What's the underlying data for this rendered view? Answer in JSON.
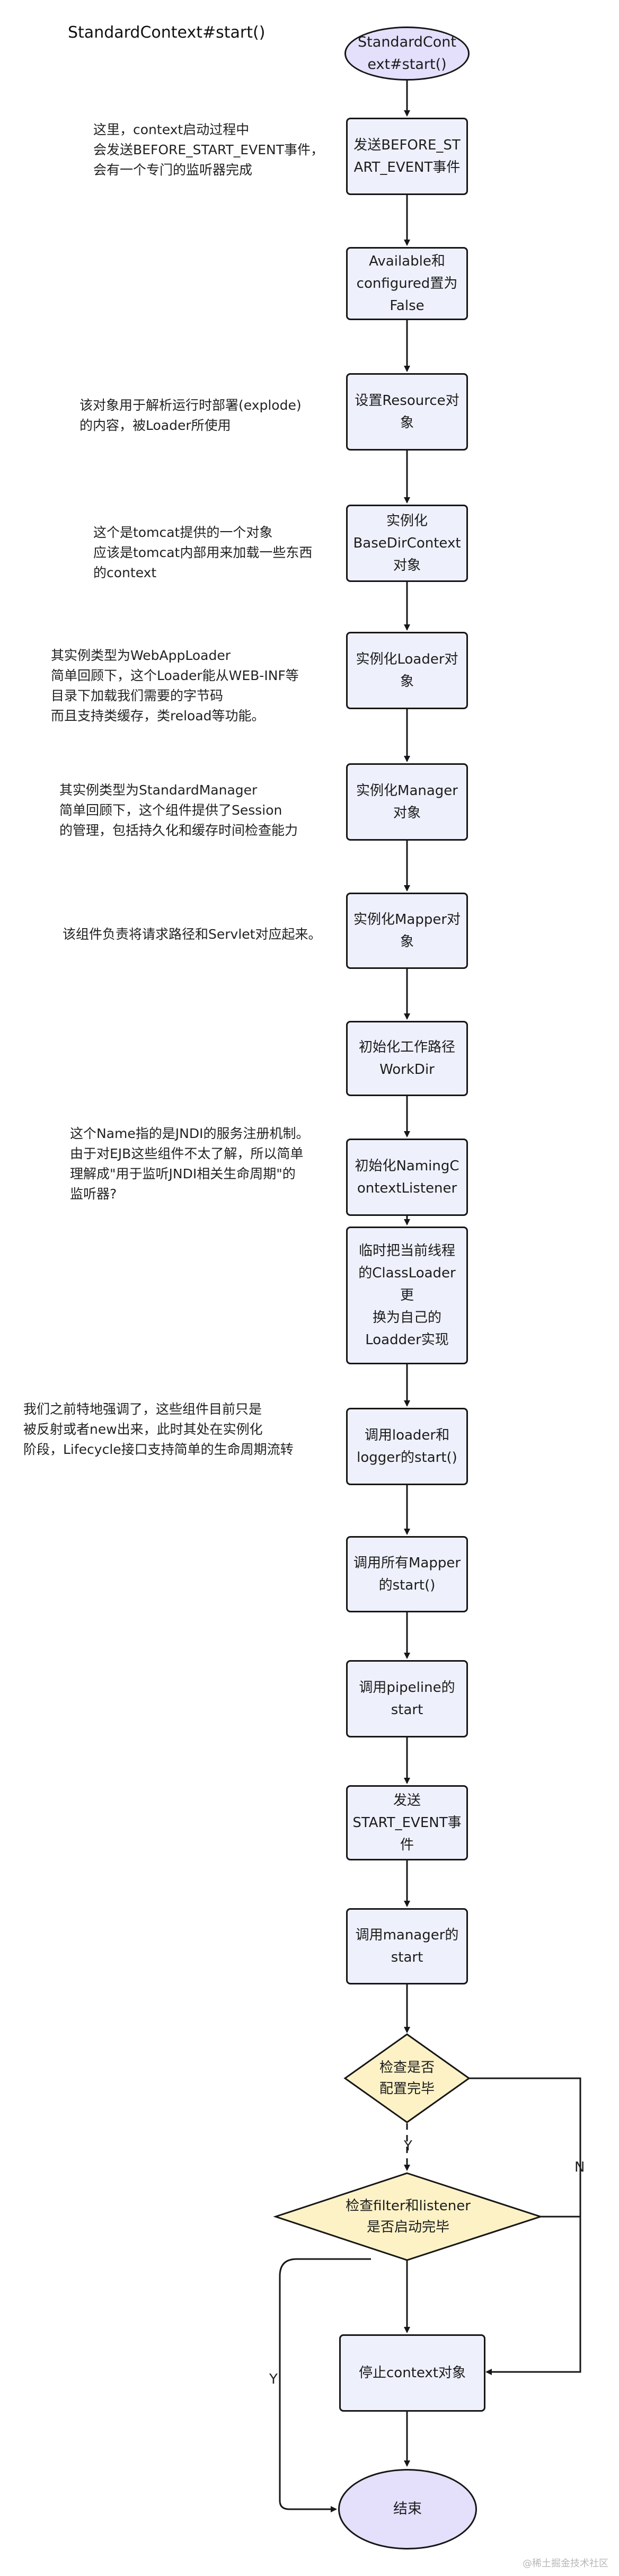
{
  "title": "StandardContext#start()",
  "start_node": "StandardCont\next#start()",
  "end_node": "结束",
  "steps": [
    "发送BEFORE_ST\nART_EVENT事件",
    "Available和\nconfigured置为\nFalse",
    "设置Resource对\n象",
    "实例化\nBaseDirContext\n对象",
    "实例化Loader对\n象",
    "实例化Manager\n对象",
    "实例化Mapper对\n象",
    "初始化工作路径\nWorkDir",
    "初始化NamingC\nontextListener",
    "临时把当前线程\n的ClassLoader更\n换为自己的\nLoadder实现",
    "调用loader和\nlogger的start()",
    "调用所有Mapper\n的start()",
    "调用pipeline的\nstart",
    "发送\nSTART_EVENT事\n件",
    "调用manager的\nstart"
  ],
  "stop_node": "停止context对象",
  "decisions": {
    "config_check": "检查是否\n配置完毕",
    "filter_check": "检查filter和listener\n是否启动完毕"
  },
  "edge_labels": {
    "yes": "Y",
    "no": "N"
  },
  "notes": [
    "这里，context启动过程中\n会发送BEFORE_START_EVENT事件，\n会有一个专门的监听器完成",
    "该对象用于解析运行时部署(explode)\n的内容，被Loader所使用",
    "这个是tomcat提供的一个对象\n应该是tomcat内部用来加载一些东西\n的context",
    "其实例类型为WebAppLoader\n简单回顾下，这个Loader能从WEB-INF等\n目录下加载我们需要的字节码\n而且支持类缓存，类reload等功能。",
    "其实例类型为StandardManager\n简单回顾下，这个组件提供了Session\n的管理，包括持久化和缓存时间检查能力",
    "该组件负责将请求路径和Servlet对应起来。",
    "这个Name指的是JNDI的服务注册机制。\n由于对EJB这些组件不太了解，所以简单\n理解成\"用于监听JNDI相关生命周期\"的\n监听器?",
    "我们之前特地强调了，这些组件目前只是\n被反射或者new出来，此时其处在实例化\n阶段，Lifecycle接口支持简单的生命周期流转"
  ],
  "watermark": "@稀土掘金技术社区"
}
